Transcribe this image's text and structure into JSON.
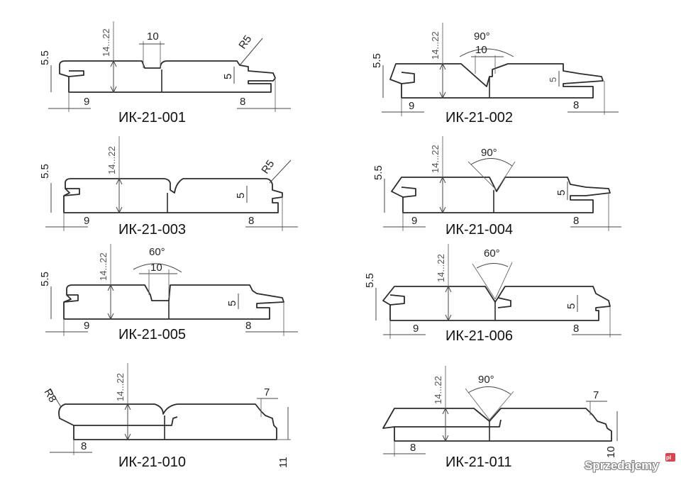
{
  "profiles": [
    {
      "code": "ИК-21-001",
      "height": "14...22",
      "dims": {
        "lip": "5.5",
        "tongue": "5",
        "left": "9",
        "right": "8",
        "groove": "10",
        "radius": "R5"
      }
    },
    {
      "code": "ИК-21-002",
      "height": "14...22",
      "dims": {
        "lip": "5.5",
        "tongue": "5",
        "left": "9",
        "right": "8",
        "groove": "10",
        "angle": "90°"
      }
    },
    {
      "code": "ИК-21-003",
      "height": "14...22",
      "dims": {
        "lip": "5.5",
        "tongue": "5",
        "left": "9",
        "right": "8",
        "radius": "R5"
      }
    },
    {
      "code": "ИК-21-004",
      "height": "14...22",
      "dims": {
        "lip": "5.5",
        "tongue": "5",
        "left": "9",
        "right": "8",
        "angle": "90°"
      }
    },
    {
      "code": "ИК-21-005",
      "height": "14...22",
      "dims": {
        "lip": "5.5",
        "tongue": "5",
        "left": "9",
        "right": "8",
        "groove": "10",
        "angle": "60°"
      }
    },
    {
      "code": "ИК-21-006",
      "height": "14...22",
      "dims": {
        "lip": "5.5",
        "tongue": "5",
        "left": "9",
        "right": "8",
        "angle": "60°"
      }
    },
    {
      "code": "ИК-21-010",
      "height": "14...22",
      "dims": {
        "radius": "R8",
        "step": "7",
        "left": "8",
        "bottom": "11"
      }
    },
    {
      "code": "ИК-21-011",
      "height": "14...22",
      "dims": {
        "angle": "90°",
        "step": "7",
        "left": "8",
        "bottom": "10"
      }
    }
  ],
  "watermark": {
    "brand": "Sprzedajemy",
    "suffix": "pl"
  }
}
